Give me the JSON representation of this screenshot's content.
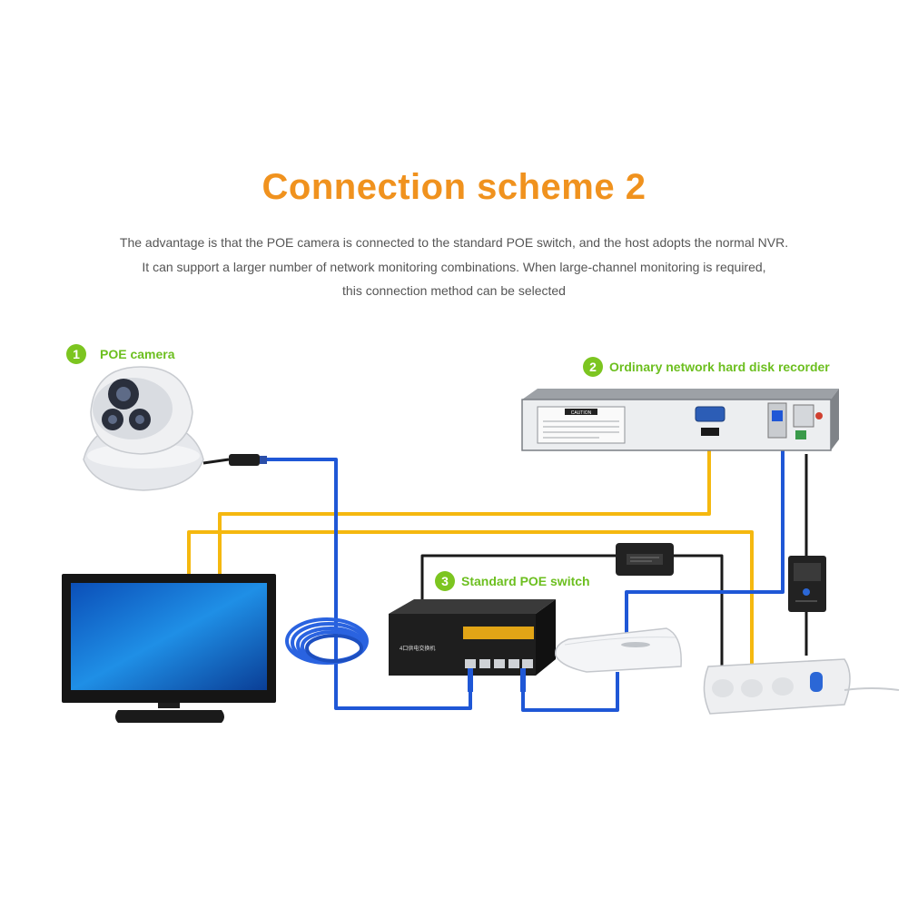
{
  "title": "Connection scheme 2",
  "description": [
    "The advantage is that the POE camera is connected to the standard POE switch, and the host adopts the normal NVR.",
    "It can support a larger number of network monitoring combinations. When large-channel monitoring is required,",
    "this connection method can be selected"
  ],
  "devices": {
    "camera": {
      "number": "1",
      "label": "POE camera"
    },
    "nvr": {
      "number": "2",
      "label": "Ordinary network hard disk recorder"
    },
    "switch": {
      "number": "3",
      "label": "Standard POE switch",
      "front_text": "4口供电交换机"
    },
    "nvr_sticker": "CAUTION"
  },
  "colors": {
    "title": "#f0921e",
    "label": "#6cbf1f",
    "network_cable": "#1f57d6",
    "video_cable": "#f5b80f",
    "power_cable": "#1a1a1a"
  }
}
